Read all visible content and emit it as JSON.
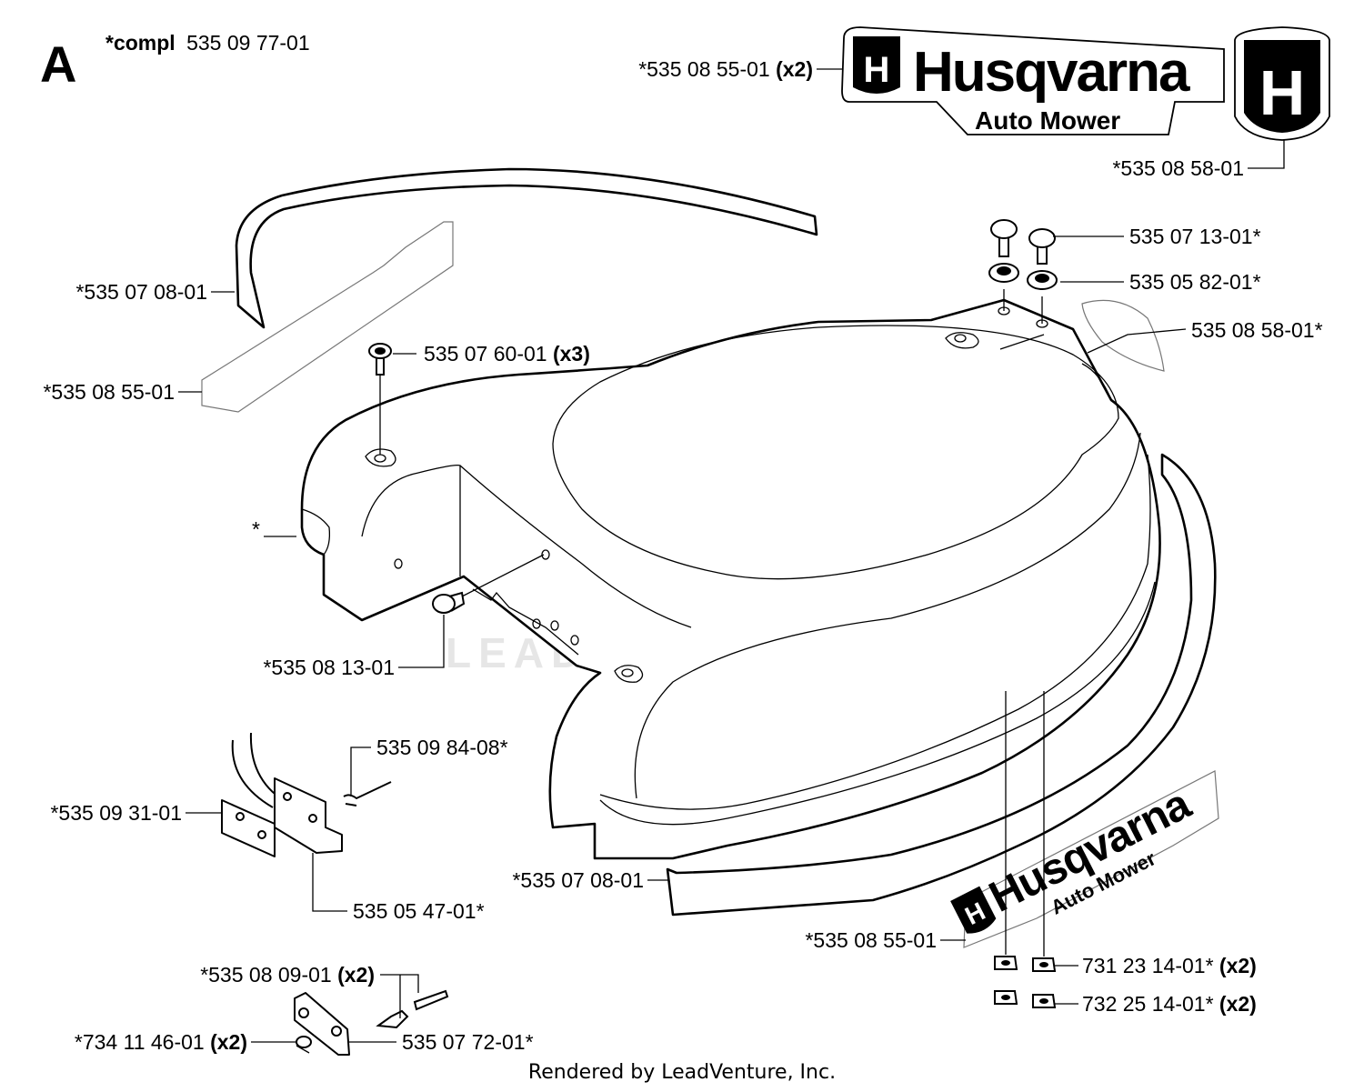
{
  "section": {
    "letter": "A",
    "compl_prefix": "*compl",
    "compl_number": "535 09 77-01"
  },
  "brand": {
    "name": "Husqvarna",
    "sub": "Auto Mower",
    "logo_letter": "H"
  },
  "watermark": {
    "text": "LEADVENTURE"
  },
  "callouts": [
    {
      "id": "c1",
      "number": "*535 08 55-01",
      "qty": "(x2)"
    },
    {
      "id": "c2",
      "number": "*535 08 58-01",
      "qty": ""
    },
    {
      "id": "c3",
      "number": "535 07 13-01*",
      "qty": ""
    },
    {
      "id": "c4",
      "number": "535 05 82-01*",
      "qty": ""
    },
    {
      "id": "c5",
      "number": "535 08 58-01*",
      "qty": ""
    },
    {
      "id": "c6",
      "number": "*535 07 08-01",
      "qty": ""
    },
    {
      "id": "c7",
      "number": "*535 08 55-01",
      "qty": ""
    },
    {
      "id": "c8",
      "number": "535 07 60-01",
      "qty": "(x3)"
    },
    {
      "id": "c9",
      "number": "*",
      "qty": ""
    },
    {
      "id": "c10",
      "number": "*535 08 13-01",
      "qty": ""
    },
    {
      "id": "c11",
      "number": "535 09 84-08*",
      "qty": ""
    },
    {
      "id": "c12",
      "number": "*535 09 31-01",
      "qty": ""
    },
    {
      "id": "c13",
      "number": "535 05 47-01*",
      "qty": ""
    },
    {
      "id": "c14",
      "number": "*535 07 08-01",
      "qty": ""
    },
    {
      "id": "c15",
      "number": "*535 08 55-01",
      "qty": ""
    },
    {
      "id": "c16",
      "number": "731 23 14-01*",
      "qty": "(x2)"
    },
    {
      "id": "c17",
      "number": "732 25 14-01*",
      "qty": "(x2)"
    },
    {
      "id": "c18",
      "number": "*535 08 09-01",
      "qty": "(x2)"
    },
    {
      "id": "c19",
      "number": "*734 11 46-01",
      "qty": "(x2)"
    },
    {
      "id": "c20",
      "number": "535 07 72-01*",
      "qty": ""
    }
  ],
  "footer": {
    "text": "Rendered by LeadVenture, Inc."
  }
}
